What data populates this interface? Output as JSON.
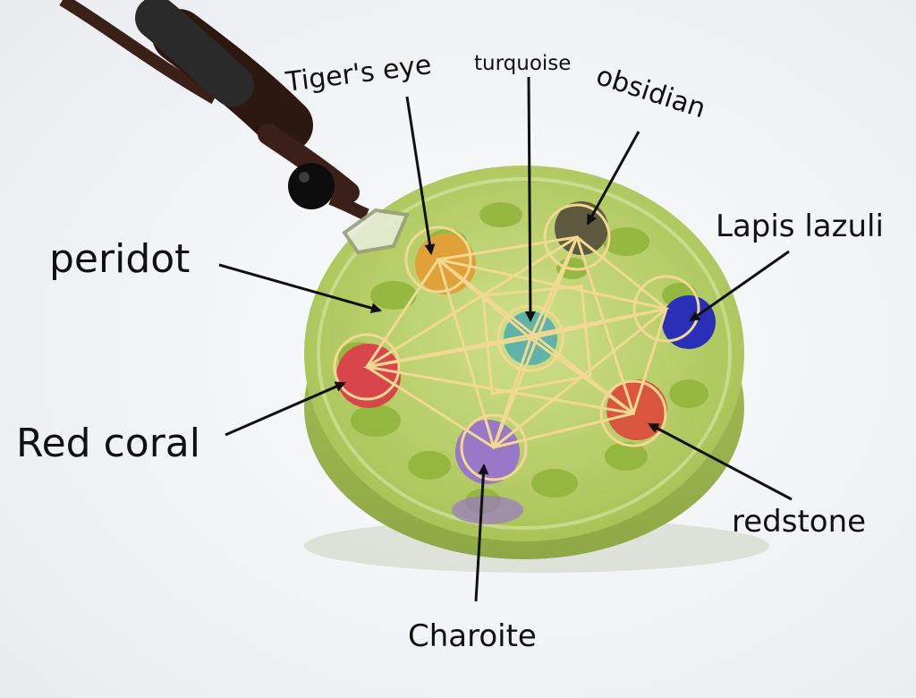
{
  "labels": {
    "peridot": "peridot",
    "red_coral": "Red coral",
    "tigers_eye": "Tiger's eye",
    "turquoise": "turquoise",
    "obsidian": "obsidian",
    "lapis_lazuli": "Lapis lazuli",
    "redstone": "redstone",
    "charoite": "Charoite"
  },
  "colors": {
    "background": "#f4f5f7",
    "resin_green": "#b8cf6a",
    "chip_green": "#8fb43a",
    "gold_line": "#f2d991",
    "cord_brown": "#3a2018",
    "tigers_eye": "#e0a13a",
    "turquoise": "#5fb3a8",
    "obsidian": "#5e5a40",
    "lapis_lazuli": "#2a2fb8",
    "redstone": "#d9553d",
    "red_coral": "#d8454a",
    "charoite": "#9a78c8"
  }
}
